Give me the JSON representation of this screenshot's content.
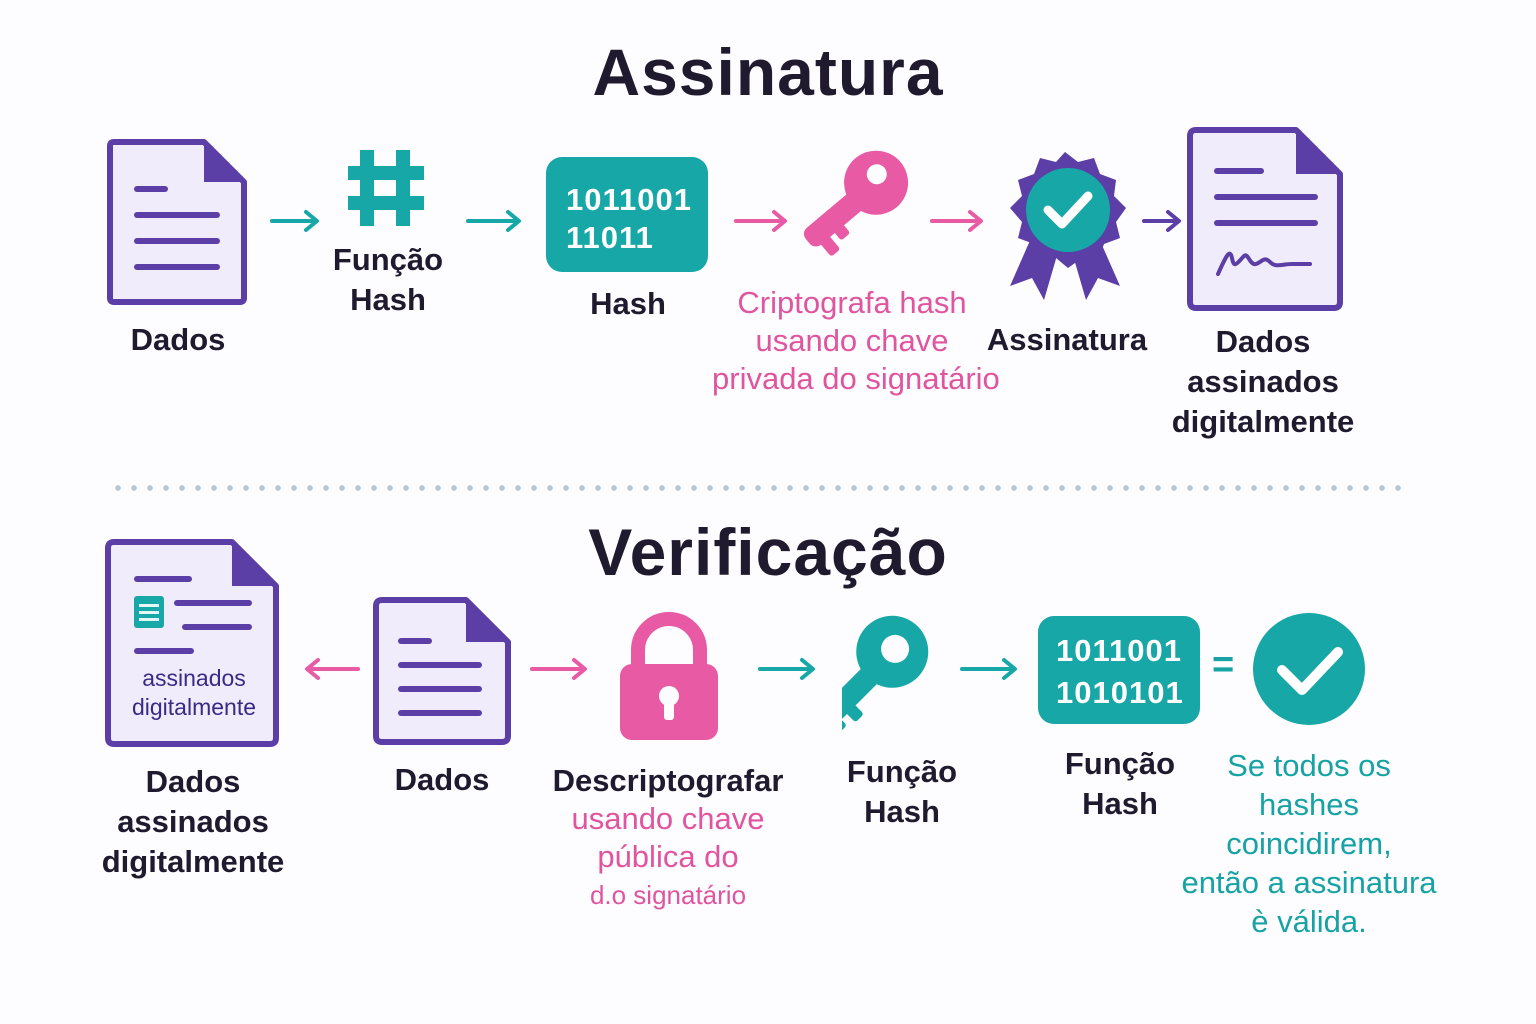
{
  "colors": {
    "purple": "#5b3ea6",
    "purple_light": "#f0ecfb",
    "teal": "#18a7a7",
    "pink": "#e85aa4",
    "dark": "#1f1a2e"
  },
  "signing": {
    "title": "Assinatura",
    "steps": [
      {
        "icon": "document-icon",
        "label": "Dados"
      },
      {
        "icon": "hash-symbol-icon",
        "label_line1": "Função",
        "label_line2": "Hash"
      },
      {
        "icon": "binary-box",
        "binary_line1": "1011001",
        "binary_line2": "11011",
        "label": "Hash"
      },
      {
        "icon": "key-icon",
        "label_line1": "Criptografa hash",
        "label_line2": "usando chave",
        "label_line3": "privada do signatário"
      },
      {
        "icon": "badge-check-icon",
        "label": "Assinatura"
      },
      {
        "icon": "signed-document-icon",
        "label_line1": "Dados",
        "label_line2": "assinados",
        "label_line3": "digitalmente"
      }
    ]
  },
  "verification": {
    "title": "Verificação",
    "steps": [
      {
        "icon": "signed-document-icon",
        "inner_line1": "assinados",
        "inner_line2": "digitalmente",
        "label_line1": "Dados",
        "label_line2": "assinados",
        "label_line3": "digitalmente"
      },
      {
        "icon": "document-icon",
        "label": "Dados"
      },
      {
        "icon": "lock-icon",
        "label_line1": "Descriptografar",
        "label_line2": "usando chave",
        "label_line3": "pública do",
        "label_line4": "d.o signatário"
      },
      {
        "icon": "key-icon",
        "label_line1": "Função",
        "label_line2": "Hash"
      },
      {
        "icon": "binary-box",
        "binary_line1": "1011001",
        "binary_line2": "1010101",
        "label_line1": "Função",
        "label_line2": "Hash"
      },
      {
        "icon": "check-circle-icon",
        "label_line1": "Se todos os",
        "label_line2": "hashes",
        "label_line3": "coincidirem,",
        "label_line4": "então a assinatura",
        "label_line5": "è válida."
      }
    ],
    "equals": "="
  }
}
